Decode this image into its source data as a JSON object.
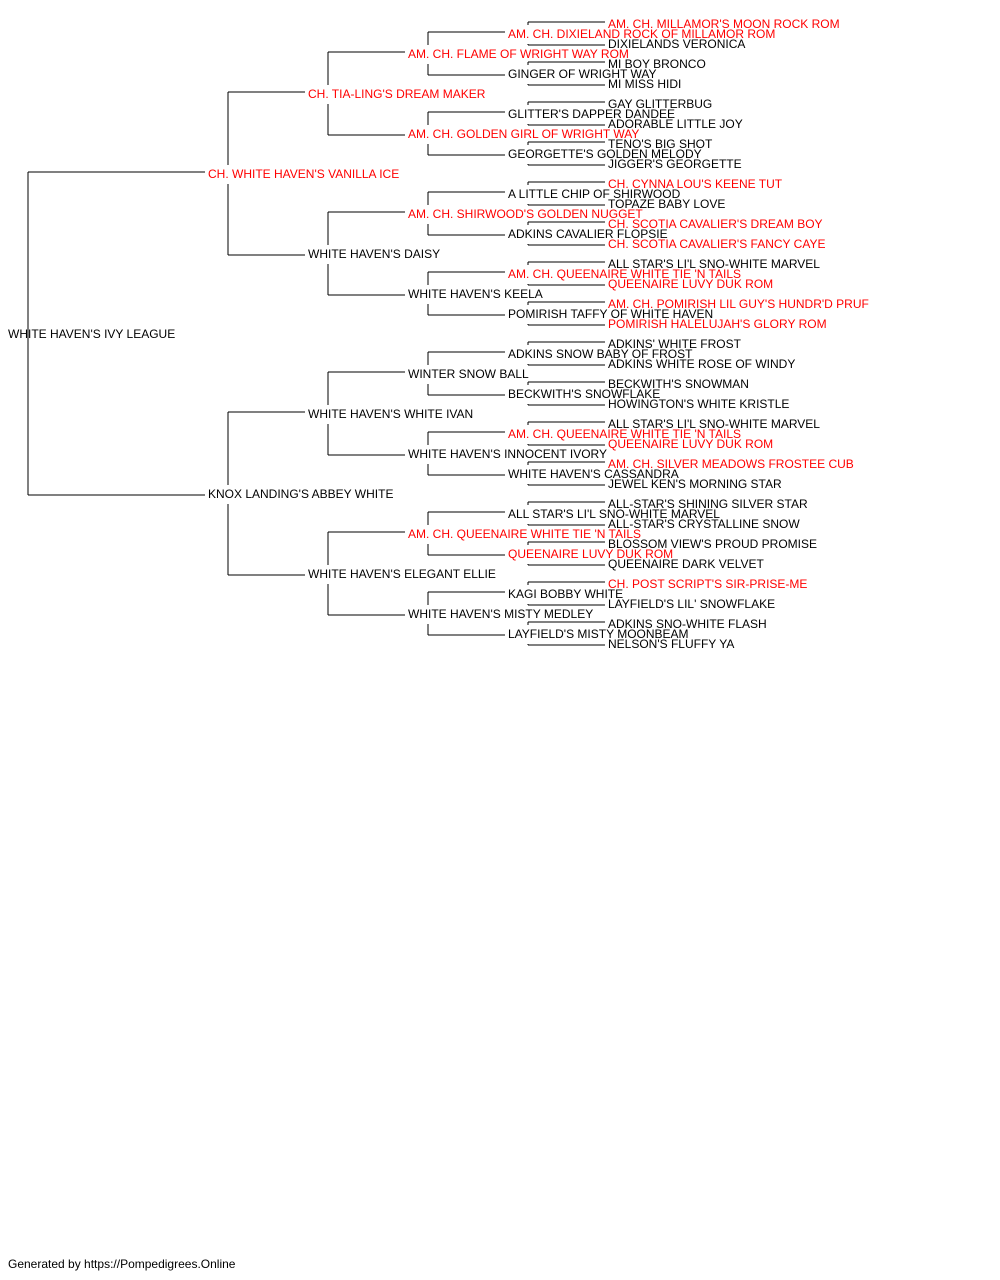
{
  "colors": {
    "champion": "#ff0000",
    "normal": "#000000",
    "line": "#000000"
  },
  "footer": "Generated by https://Pompedigrees.Online",
  "pedigree": {
    "name": "WHITE HAVEN'S IVY LEAGUE",
    "champion": false,
    "parents": [
      {
        "name": "CH. WHITE HAVEN'S VANILLA ICE",
        "champion": true,
        "parents": [
          {
            "name": "CH. TIA-LING'S DREAM MAKER",
            "champion": true,
            "parents": [
              {
                "name": "AM. CH. FLAME OF WRIGHT WAY ROM",
                "champion": true,
                "parents": [
                  {
                    "name": "AM. CH. DIXIELAND ROCK OF MILLAMOR ROM",
                    "champion": true,
                    "parents": [
                      {
                        "name": "AM. CH. MILLAMOR'S MOON ROCK ROM",
                        "champion": true
                      },
                      {
                        "name": "DIXIELANDS VERONICA",
                        "champion": false
                      }
                    ]
                  },
                  {
                    "name": "GINGER OF WRIGHT WAY",
                    "champion": false,
                    "parents": [
                      {
                        "name": "MI BOY BRONCO",
                        "champion": false
                      },
                      {
                        "name": "MI MISS HIDI",
                        "champion": false
                      }
                    ]
                  }
                ]
              },
              {
                "name": "AM. CH. GOLDEN GIRL OF WRIGHT WAY",
                "champion": true,
                "parents": [
                  {
                    "name": "GLITTER'S DAPPER DANDEE",
                    "champion": false,
                    "parents": [
                      {
                        "name": "GAY GLITTERBUG",
                        "champion": false
                      },
                      {
                        "name": "ADORABLE LITTLE JOY",
                        "champion": false
                      }
                    ]
                  },
                  {
                    "name": "GEORGETTE'S GOLDEN MELODY",
                    "champion": false,
                    "parents": [
                      {
                        "name": "TENO'S BIG SHOT",
                        "champion": false
                      },
                      {
                        "name": "JIGGER'S GEORGETTE",
                        "champion": false
                      }
                    ]
                  }
                ]
              }
            ]
          },
          {
            "name": "WHITE HAVEN'S DAISY",
            "champion": false,
            "parents": [
              {
                "name": "AM. CH. SHIRWOOD'S GOLDEN NUGGET",
                "champion": true,
                "parents": [
                  {
                    "name": "A LITTLE CHIP OF SHIRWOOD",
                    "champion": false,
                    "parents": [
                      {
                        "name": "CH. CYNNA LOU'S KEENE TUT",
                        "champion": true
                      },
                      {
                        "name": "TOPAZE BABY LOVE",
                        "champion": false
                      }
                    ]
                  },
                  {
                    "name": "ADKINS CAVALIER FLOPSIE",
                    "champion": false,
                    "parents": [
                      {
                        "name": "CH. SCOTIA CAVALIER'S DREAM BOY",
                        "champion": true
                      },
                      {
                        "name": "CH. SCOTIA CAVALIER'S FANCY CAYE",
                        "champion": true
                      }
                    ]
                  }
                ]
              },
              {
                "name": "WHITE HAVEN'S KEELA",
                "champion": false,
                "parents": [
                  {
                    "name": "AM. CH. QUEENAIRE WHITE TIE 'N TAILS",
                    "champion": true,
                    "parents": [
                      {
                        "name": "ALL STAR'S LI'L SNO-WHITE MARVEL",
                        "champion": false
                      },
                      {
                        "name": "QUEENAIRE LUVY DUK ROM",
                        "champion": true
                      }
                    ]
                  },
                  {
                    "name": "POMIRISH TAFFY OF WHITE HAVEN",
                    "champion": false,
                    "parents": [
                      {
                        "name": "AM. CH. POMIRISH LIL GUY'S HUNDR'D PRUF",
                        "champion": true
                      },
                      {
                        "name": "POMIRISH HALELUJAH'S GLORY ROM",
                        "champion": true
                      }
                    ]
                  }
                ]
              }
            ]
          }
        ]
      },
      {
        "name": "KNOX LANDING'S ABBEY WHITE",
        "champion": false,
        "parents": [
          {
            "name": "WHITE HAVEN'S WHITE IVAN",
            "champion": false,
            "parents": [
              {
                "name": "WINTER SNOW BALL",
                "champion": false,
                "parents": [
                  {
                    "name": "ADKINS SNOW BABY OF FROST",
                    "champion": false,
                    "parents": [
                      {
                        "name": "ADKINS' WHITE FROST",
                        "champion": false
                      },
                      {
                        "name": "ADKINS WHITE ROSE OF WINDY",
                        "champion": false
                      }
                    ]
                  },
                  {
                    "name": "BECKWITH'S SNOWFLAKE",
                    "champion": false,
                    "parents": [
                      {
                        "name": "BECKWITH'S SNOWMAN",
                        "champion": false
                      },
                      {
                        "name": "HOWINGTON'S WHITE KRISTLE",
                        "champion": false
                      }
                    ]
                  }
                ]
              },
              {
                "name": "WHITE HAVEN'S INNOCENT IVORY",
                "champion": false,
                "parents": [
                  {
                    "name": "AM. CH. QUEENAIRE WHITE TIE 'N TAILS",
                    "champion": true,
                    "parents": [
                      {
                        "name": "ALL STAR'S LI'L SNO-WHITE MARVEL",
                        "champion": false
                      },
                      {
                        "name": "QUEENAIRE LUVY DUK ROM",
                        "champion": true
                      }
                    ]
                  },
                  {
                    "name": "WHITE HAVEN'S CASSANDRA",
                    "champion": false,
                    "parents": [
                      {
                        "name": "AM. CH. SILVER MEADOWS FROSTEE CUB",
                        "champion": true
                      },
                      {
                        "name": "JEWEL KEN'S MORNING STAR",
                        "champion": false
                      }
                    ]
                  }
                ]
              }
            ]
          },
          {
            "name": "WHITE HAVEN'S ELEGANT ELLIE",
            "champion": false,
            "parents": [
              {
                "name": "AM. CH. QUEENAIRE WHITE TIE 'N TAILS",
                "champion": true,
                "parents": [
                  {
                    "name": "ALL STAR'S LI'L SNO-WHITE MARVEL",
                    "champion": false,
                    "parents": [
                      {
                        "name": "ALL-STAR'S SHINING SILVER STAR",
                        "champion": false
                      },
                      {
                        "name": "ALL-STAR'S CRYSTALLINE SNOW",
                        "champion": false
                      }
                    ]
                  },
                  {
                    "name": "QUEENAIRE LUVY DUK ROM",
                    "champion": true,
                    "parents": [
                      {
                        "name": "BLOSSOM VIEW'S PROUD PROMISE",
                        "champion": false
                      },
                      {
                        "name": "QUEENAIRE DARK VELVET",
                        "champion": false
                      }
                    ]
                  }
                ]
              },
              {
                "name": "WHITE HAVEN'S MISTY MEDLEY",
                "champion": false,
                "parents": [
                  {
                    "name": "KAGI BOBBY WHITE",
                    "champion": false,
                    "parents": [
                      {
                        "name": "CH. POST SCRIPT'S SIR-PRISE-ME",
                        "champion": true
                      },
                      {
                        "name": "LAYFIELD'S LIL' SNOWFLAKE",
                        "champion": false
                      }
                    ]
                  },
                  {
                    "name": "LAYFIELD'S MISTY MOONBEAM",
                    "champion": false,
                    "parents": [
                      {
                        "name": "ADKINS SNO-WHITE FLASH",
                        "champion": false
                      },
                      {
                        "name": "NELSON'S FLUFFY YA",
                        "champion": false
                      }
                    ]
                  }
                ]
              }
            ]
          }
        ]
      }
    ]
  }
}
